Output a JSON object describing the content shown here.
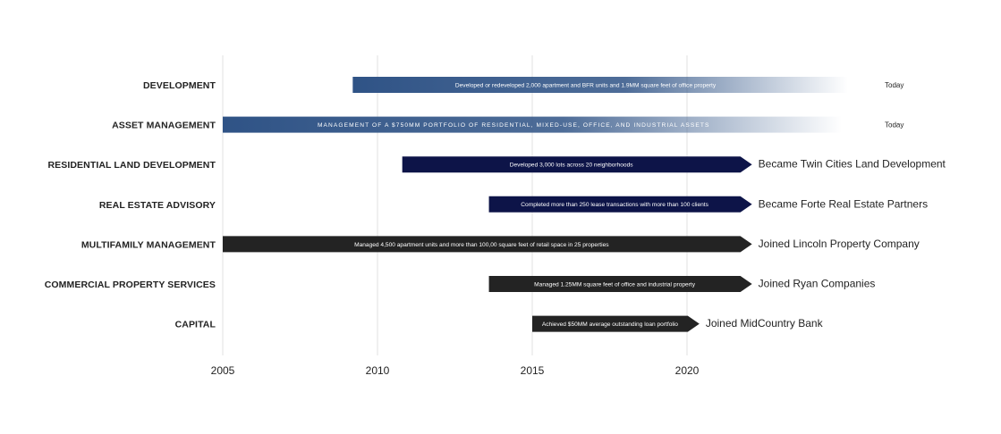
{
  "chart_data": {
    "type": "bar",
    "subtype": "gantt-timeline",
    "title": "",
    "xlabel": "",
    "ylabel": "",
    "xlim": [
      2005,
      2025
    ],
    "x_ticks": [
      "2005",
      "2010",
      "2015",
      "2020"
    ],
    "grid": "vertical",
    "colors": {
      "gradient_blue": "#2f5386",
      "navy": "#0d1448",
      "black": "#232323"
    },
    "rows": [
      {
        "label": "DEVELOPMENT",
        "start": 2009.2,
        "end": 2025.2,
        "style": "gradient_blue",
        "bar_text": "Developed or redeveloped 2,000 apartment and BFR units and 1.9MM square feet of office property",
        "end_label": "Today",
        "arrow": false,
        "spaced": false
      },
      {
        "label": "ASSET MANAGEMENT",
        "start": 2005.0,
        "end": 2025.0,
        "style": "gradient_blue",
        "bar_text": "MANAGEMENT OF A $750MM PORTFOLIO OF RESIDENTIAL, MIXED-USE, OFFICE, AND INDUSTRIAL ASSETS",
        "end_label": "Today",
        "arrow": false,
        "spaced": true
      },
      {
        "label": "RESIDENTIAL LAND DEVELOPMENT",
        "start": 2010.8,
        "end": 2022.1,
        "style": "navy",
        "bar_text": "Developed 3,000 lots across 20 neighborhoods",
        "end_label": "Became Twin Cities Land Development",
        "arrow": true,
        "spaced": false
      },
      {
        "label": "REAL ESTATE ADVISORY",
        "start": 2013.6,
        "end": 2022.1,
        "style": "navy",
        "bar_text": "Completed more than 250 lease transactions with more than 100 clients",
        "end_label": "Became Forte Real Estate Partners",
        "arrow": true,
        "spaced": false
      },
      {
        "label": "MULTIFAMILY MANAGEMENT",
        "start": 2005.0,
        "end": 2022.1,
        "style": "black",
        "bar_text": "Managed 4,500 apartment units and more than 100,00 square feet of retail space in 25 properties",
        "end_label": "Joined Lincoln Property Company",
        "arrow": true,
        "spaced": false
      },
      {
        "label": "COMMERCIAL PROPERTY SERVICES",
        "start": 2013.6,
        "end": 2022.1,
        "style": "black",
        "bar_text": "Managed 1.25MM square feet of office and industrial property",
        "end_label": "Joined Ryan Companies",
        "arrow": true,
        "spaced": false
      },
      {
        "label": "CAPITAL",
        "start": 2015.0,
        "end": 2020.4,
        "style": "black",
        "bar_text": "Achieved $50MM average outstanding loan portfolio",
        "end_label": "Joined MidCountry Bank",
        "arrow": true,
        "spaced": false
      }
    ]
  }
}
